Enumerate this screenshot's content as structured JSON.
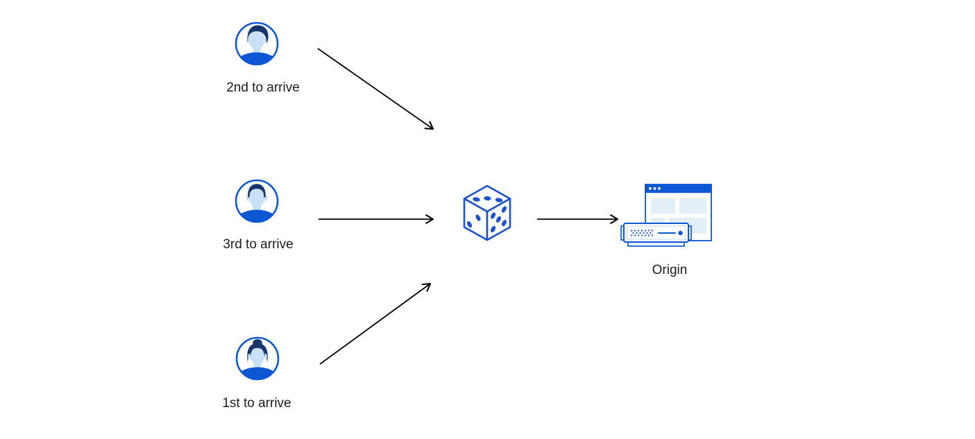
{
  "diagram": {
    "nodes": {
      "user_top": {
        "label": "2nd to arrive",
        "icon": "user-male-avatar-icon"
      },
      "user_middle": {
        "label": "3rd to arrive",
        "icon": "user-male-avatar-icon"
      },
      "user_bottom": {
        "label": "1st to arrive",
        "icon": "user-female-avatar-icon"
      },
      "dice": {
        "icon": "dice-icon"
      },
      "origin": {
        "label": "Origin",
        "icon": "origin-server-icon"
      }
    },
    "connections": [
      {
        "from": "user_top",
        "to": "dice"
      },
      {
        "from": "user_middle",
        "to": "dice"
      },
      {
        "from": "user_bottom",
        "to": "dice"
      },
      {
        "from": "dice",
        "to": "origin"
      }
    ],
    "colors": {
      "brand_blue": "#0c57d4",
      "hair_navy": "#16366d",
      "light_blue_fill": "#e3eef9",
      "face_fill": "#c8e1f6",
      "arrow_black": "#000000",
      "label_text": "#1b1b1b",
      "background": "#ffffff"
    }
  }
}
